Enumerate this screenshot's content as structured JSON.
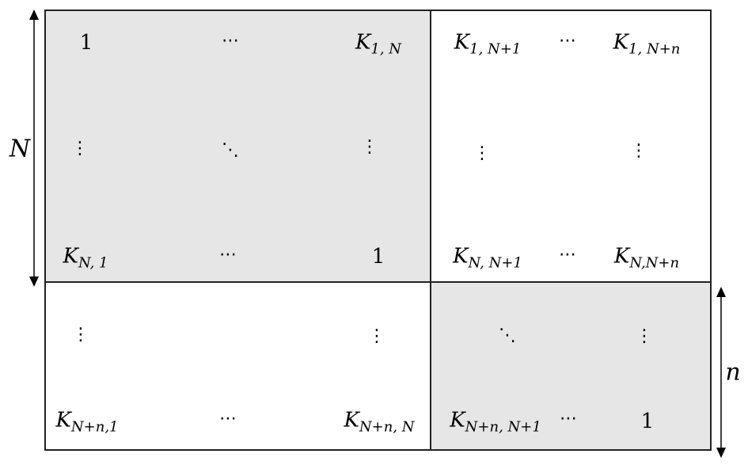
{
  "matrix": {
    "colors": {
      "shaded_block": "#e6e6e6",
      "plain_block": "#ffffff",
      "border": "#222222"
    },
    "dimension_labels": {
      "left": "N",
      "right": "n"
    },
    "top_left_block": {
      "r1c1": "1",
      "r1c2": "⋯",
      "r1c3_base": "K",
      "r1c3_sub": "1, N",
      "r2c1": "⋮",
      "r2c2": "⋱",
      "r2c3": "⋮",
      "r3c1_base": "K",
      "r3c1_sub": "N, 1",
      "r3c2": "⋯",
      "r3c3": "1"
    },
    "top_right_block": {
      "r1c1_base": "K",
      "r1c1_sub": "1, N+1",
      "r1c2": "⋯",
      "r1c3_base": "K",
      "r1c3_sub": "1, N+n",
      "r2c1": "⋮",
      "r2c3": "⋮",
      "r3c1_base": "K",
      "r3c1_sub": "N, N+1",
      "r3c2": "⋯",
      "r3c3_base": "K",
      "r3c3_sub": "N,N+n"
    },
    "bottom_left_block": {
      "r1c1": "⋮",
      "r1c3": "⋮",
      "r2c1_base": "K",
      "r2c1_sub": "N+n,1",
      "r2c2": "⋯",
      "r2c3_base": "K",
      "r2c3_sub": "N+n, N"
    },
    "bottom_right_block": {
      "r1c1": "⋱",
      "r1c3": "⋮",
      "r2c1_base": "K",
      "r2c1_sub": "N+n, N+1",
      "r2c2": "⋯",
      "r2c3": "1"
    }
  }
}
